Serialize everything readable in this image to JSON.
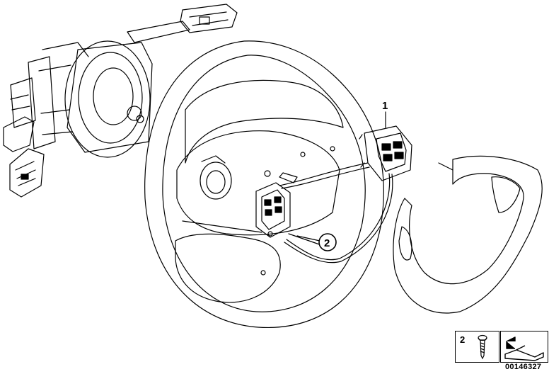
{
  "callouts": {
    "c1": "1",
    "c2": "2"
  },
  "legend": {
    "screw_num": "2"
  },
  "diagram_id": "00146327",
  "colors": {
    "line": "#000000",
    "background": "#ffffff"
  }
}
